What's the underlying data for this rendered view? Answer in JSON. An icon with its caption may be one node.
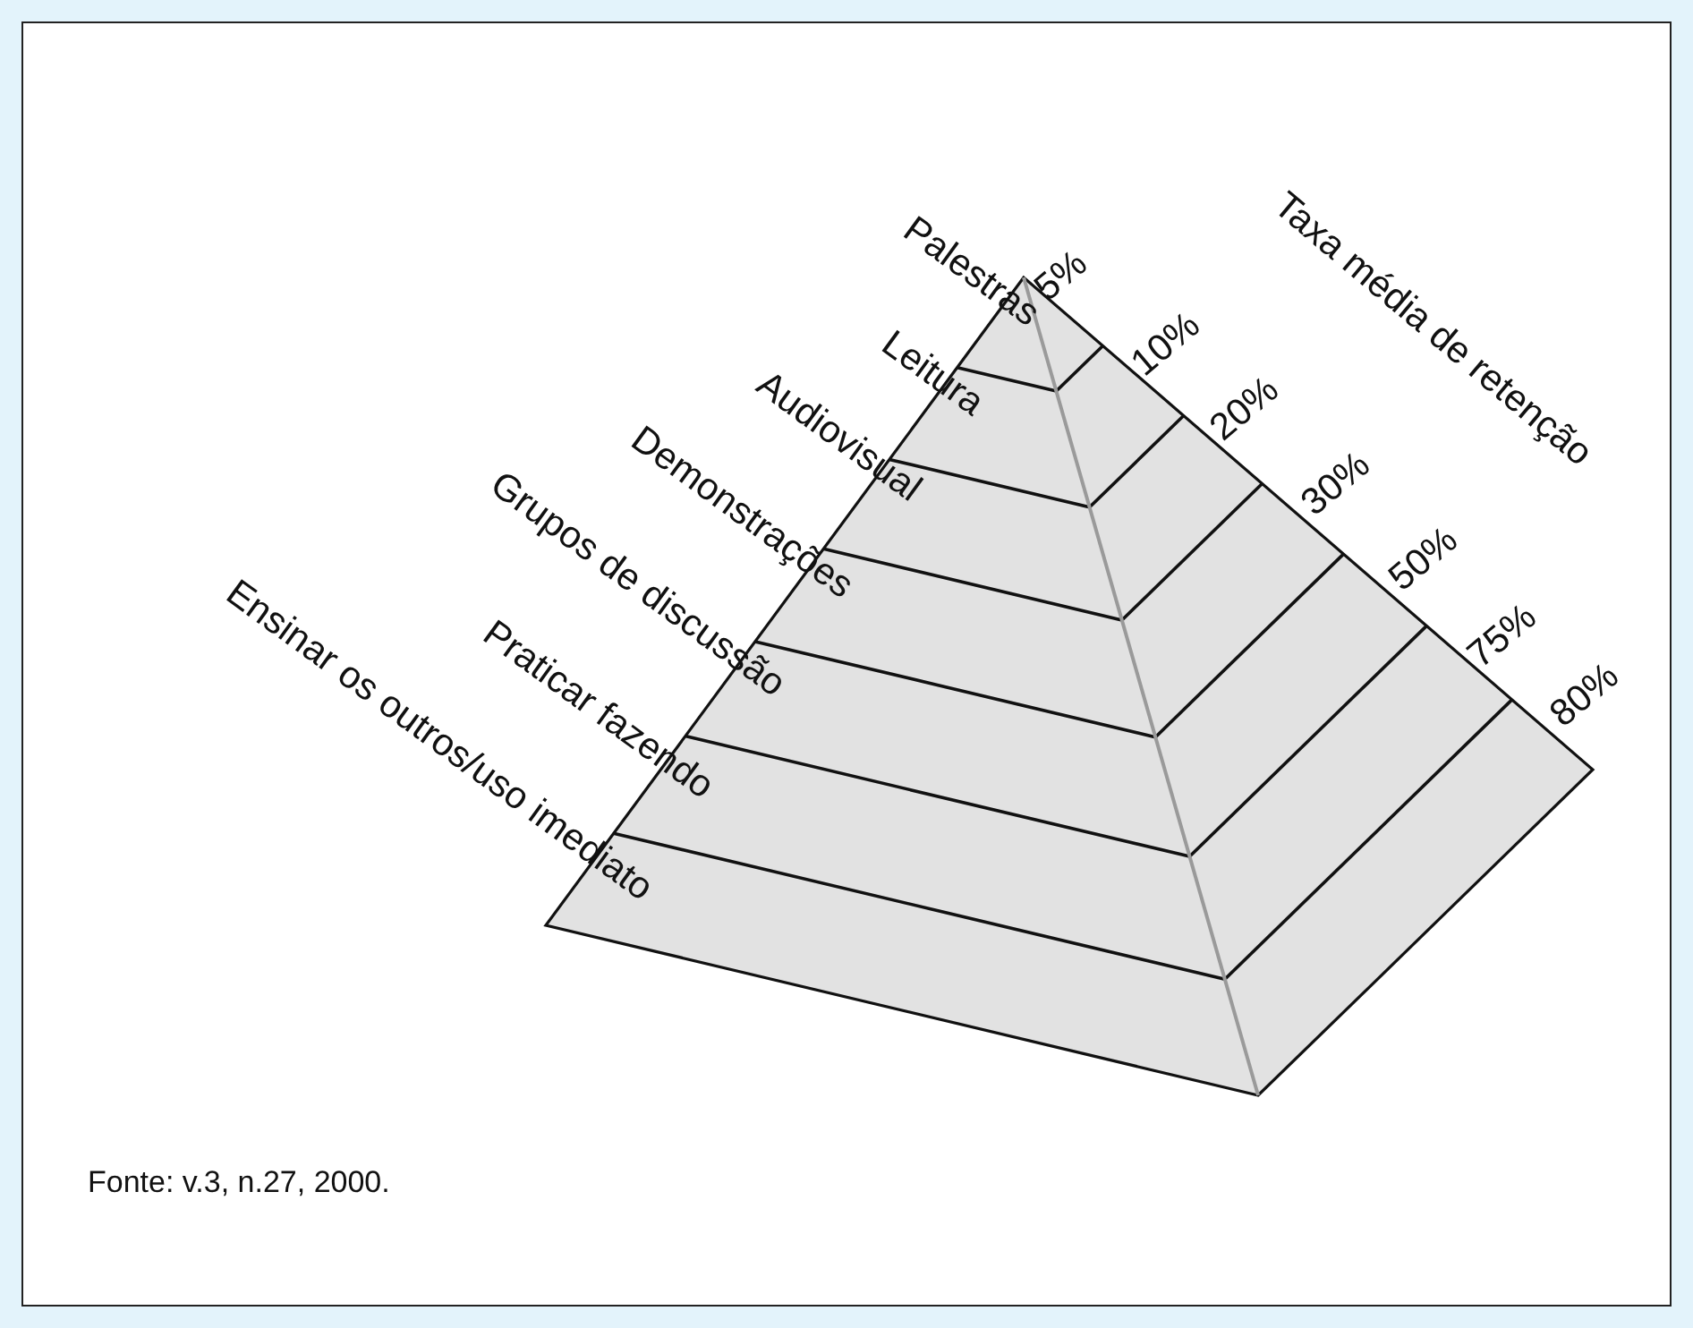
{
  "diagram": {
    "labels": [
      "Taxa média de retenção",
      "Palestras",
      "5%",
      "Leitura",
      "10%",
      "Audiovisual",
      "20%",
      "Demonstrações",
      "30%",
      "Grupos de discussão",
      "50%",
      "Praticar fazendo",
      "75%",
      "Ensinar os outros/uso imediato",
      "80%",
      "Fonte: v.3, n.27, 2000."
    ]
  }
}
